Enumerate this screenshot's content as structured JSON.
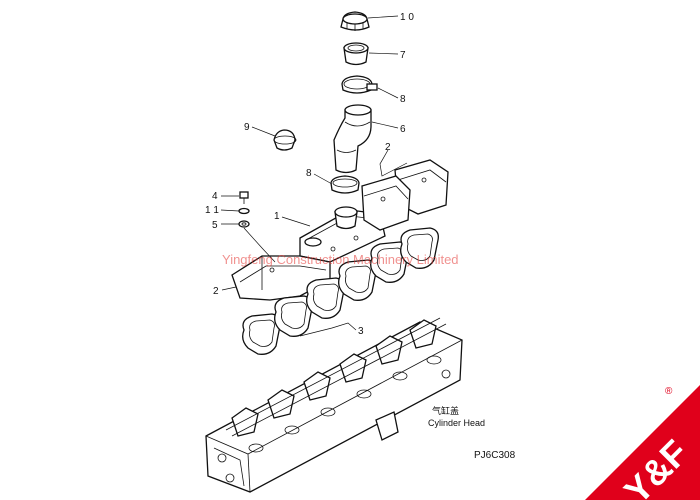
{
  "callouts": {
    "c10": "1 0",
    "c7": "7",
    "c8a": "8",
    "c6": "6",
    "c9": "9",
    "c2a": "2",
    "c8b": "8",
    "c4": "4",
    "c11": "1 1",
    "c5": "5",
    "c1": "1",
    "c2b": "2",
    "c3": "3"
  },
  "watermark": "Yingfeng Construction Machinery Limited",
  "caption": {
    "chinese": "气缸盖",
    "english": "Cylinder Head"
  },
  "drawing_code": "PJ6C308",
  "logo": {
    "text": "Y&F",
    "registered": "®",
    "color": "#e0001b"
  }
}
